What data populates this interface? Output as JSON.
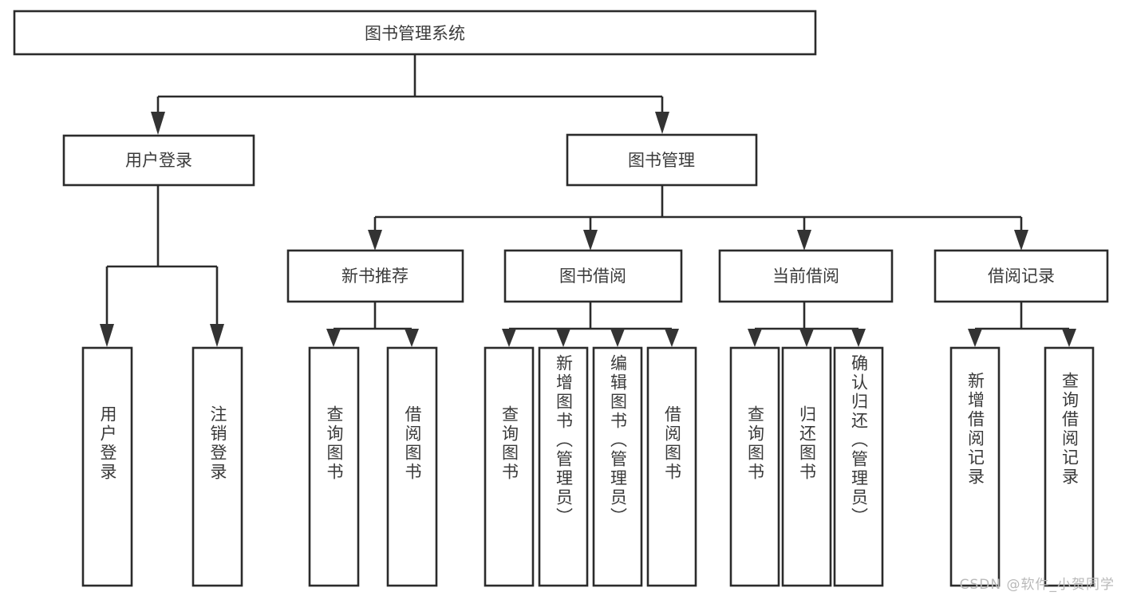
{
  "diagram": {
    "type": "tree-hierarchy",
    "title": "图书管理系统",
    "background_color": "#ffffff",
    "line_color": "#2b2b2b",
    "text_color": "#3a3a3a",
    "root": {
      "label": "图书管理系统"
    },
    "level2": [
      {
        "label": "用户登录"
      },
      {
        "label": "图书管理"
      }
    ],
    "level3": [
      {
        "label": "新书推荐"
      },
      {
        "label": "图书借阅"
      },
      {
        "label": "当前借阅"
      },
      {
        "label": "借阅记录"
      }
    ],
    "leaves": {
      "user_login": [
        {
          "label": "用户登录"
        },
        {
          "label": "注销登录"
        }
      ],
      "new_book_recommend": [
        {
          "label": "查询图书"
        },
        {
          "label": "借阅图书"
        }
      ],
      "book_borrow": [
        {
          "label": "查询图书"
        },
        {
          "label": "新增图书（管理员）"
        },
        {
          "label": "编辑图书（管理员）"
        },
        {
          "label": "借阅图书"
        }
      ],
      "current_borrow": [
        {
          "label": "查询图书"
        },
        {
          "label": "归还图书"
        },
        {
          "label": "确认归还（管理员）"
        }
      ],
      "borrow_record": [
        {
          "label": "新增借阅记录"
        },
        {
          "label": "查询借阅记录"
        }
      ]
    }
  },
  "watermark": {
    "text": "CSDN @软件_小贺同学"
  }
}
